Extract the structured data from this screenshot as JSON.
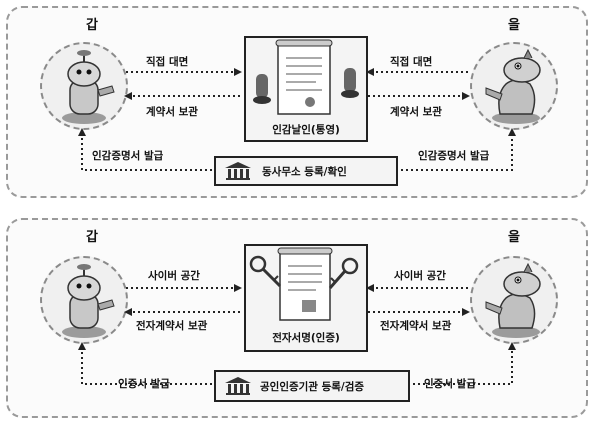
{
  "top": {
    "party_a": "갑",
    "party_b": "을",
    "center_caption": "인감날인(통영)",
    "left_upper_arrow": "직접 대면",
    "left_lower_arrow": "계약서 보관",
    "right_upper_arrow": "직접 대면",
    "right_lower_arrow": "계약서 보관",
    "bottom_left_arrow": "인감증명서 발급",
    "bottom_right_arrow": "인감증명서 발급",
    "office_label": "동사무소 등록/확인"
  },
  "bottom": {
    "party_a": "갑",
    "party_b": "을",
    "center_caption": "전자서명(인증)",
    "left_upper_arrow": "사이버 공간",
    "left_lower_arrow": "전자계약서 보관",
    "right_upper_arrow": "사이버 공간",
    "right_lower_arrow": "전자계약서 보관",
    "bottom_left_arrow": "인증서 발급",
    "bottom_right_arrow": "인증서 발급",
    "office_label": "공인인증기관 등록/검증"
  }
}
